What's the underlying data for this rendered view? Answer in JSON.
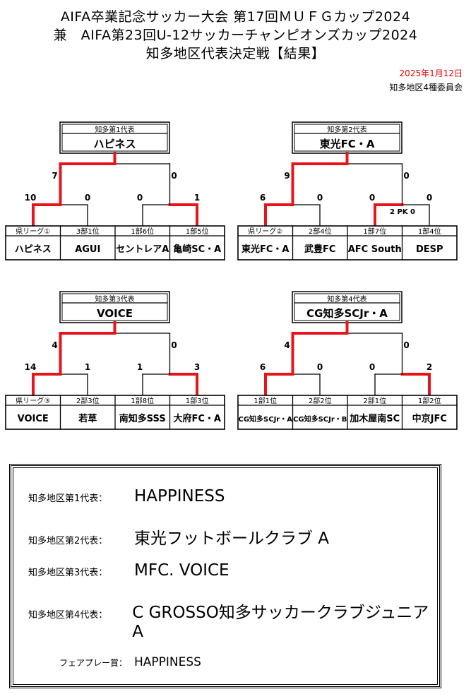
{
  "header": {
    "line1": "AIFA卒業記念サッカー大会 第17回ＭＵＦＧカップ2024",
    "line2": "兼　AIFA第23回U-12サッカーチャンピオンズカップ2024",
    "line3": "知多地区代表決定戦【結果】",
    "date": "2025年1月12日",
    "organizer": "知多地区4種委員会"
  },
  "brackets": [
    {
      "rep_label": "知多第1代表",
      "winner": "ハピネス",
      "final_scores": [
        "7",
        "0"
      ],
      "semi_scores": [
        "10",
        "0",
        "0",
        "1"
      ],
      "pk": "",
      "teams": [
        {
          "seed": "県リーグ①",
          "name": "ハピネス"
        },
        {
          "seed": "3部1位",
          "name": "AGUI"
        },
        {
          "seed": "1部6位",
          "name": "セントレアA"
        },
        {
          "seed": "1部5位",
          "name": "亀崎SC・A"
        }
      ]
    },
    {
      "rep_label": "知多第2代表",
      "winner": "東光FC・A",
      "final_scores": [
        "9",
        "0"
      ],
      "semi_scores": [
        "6",
        "0",
        "0",
        "0"
      ],
      "pk": "2 PK 0",
      "teams": [
        {
          "seed": "県リーグ②",
          "name": "東光FC・A"
        },
        {
          "seed": "2部4位",
          "name": "武豊FC"
        },
        {
          "seed": "1部7位",
          "name": "AFC South"
        },
        {
          "seed": "1部4位",
          "name": "DESP"
        }
      ]
    },
    {
      "rep_label": "知多第3代表",
      "winner": "VOICE",
      "final_scores": [
        "4",
        "0"
      ],
      "semi_scores": [
        "14",
        "1",
        "1",
        "3"
      ],
      "pk": "",
      "teams": [
        {
          "seed": "県リーグ③",
          "name": "VOICE"
        },
        {
          "seed": "2部3位",
          "name": "若草"
        },
        {
          "seed": "1部8位",
          "name": "南知多SSS"
        },
        {
          "seed": "1部3位",
          "name": "大府FC・A"
        }
      ]
    },
    {
      "rep_label": "知多第4代表",
      "winner": "CG知多SCJr・A",
      "final_scores": [
        "4",
        "0"
      ],
      "semi_scores": [
        "6",
        "0",
        "0",
        "2"
      ],
      "pk": "",
      "teams": [
        {
          "seed": "1部1位",
          "name": "CG知多SCJr・A"
        },
        {
          "seed": "2部2位",
          "name": "CG知多SCJr・B"
        },
        {
          "seed": "2部1位",
          "name": "加木屋南SC"
        },
        {
          "seed": "1部2位",
          "name": "中京JFC"
        }
      ]
    }
  ],
  "results": {
    "rep1_label": "知多地区第1代表：",
    "rep1": "HAPPINESS",
    "rep2_label": "知多地区第2代表：",
    "rep2": "東光フットボールクラブ A",
    "rep3_label": "知多地区第3代表：",
    "rep3": "MFC. VOICE",
    "rep4_label": "知多地区第4代表：",
    "rep4": "C GROSSO知多サッカークラブジュニア A",
    "fairplay_label": "フェアプレー賞：",
    "fairplay": "HAPPINESS"
  },
  "colors": {
    "winner_line": "#e8141a",
    "line": "#000000",
    "date": "#e00000"
  }
}
